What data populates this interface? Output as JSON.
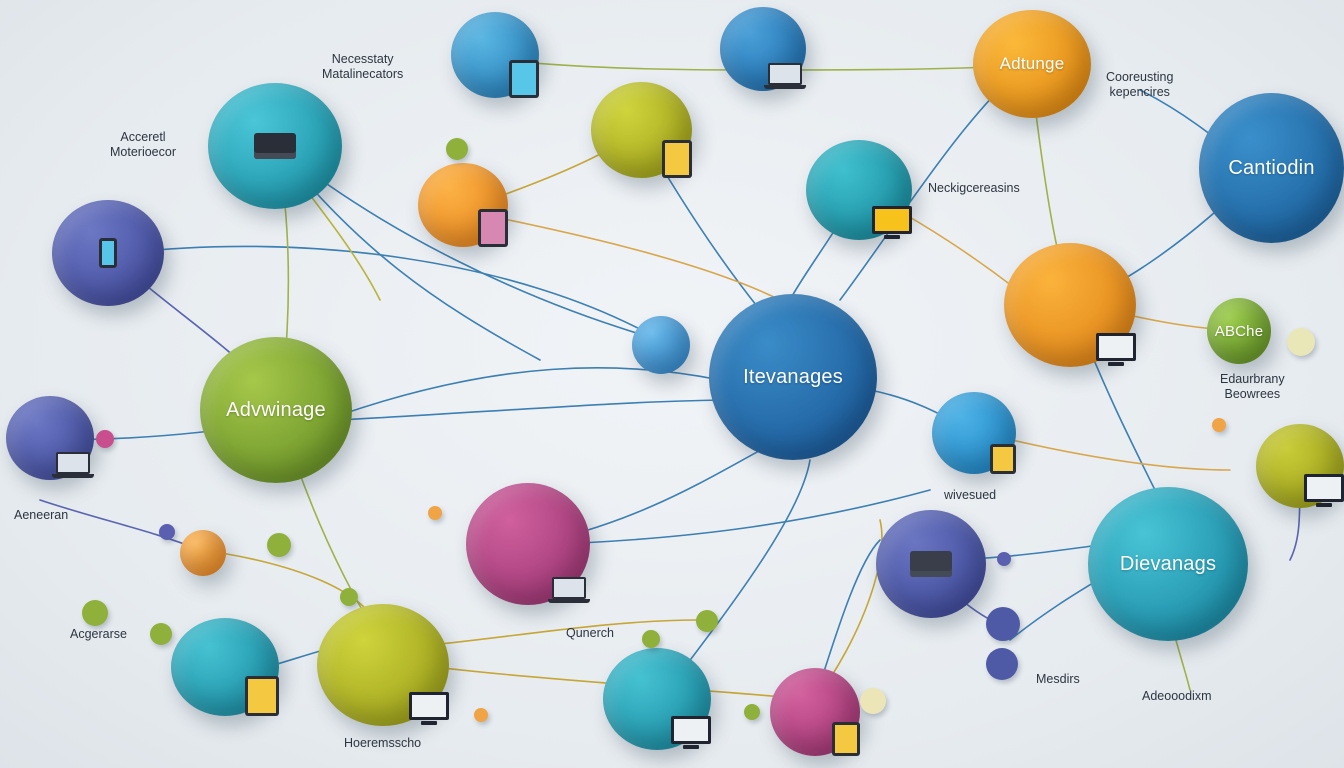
{
  "hubs": {
    "center": "Itevanages",
    "left": "Advwinage",
    "right_bottom": "Dievanags",
    "top_right": "Adtunge",
    "right_top": "Cantiodin",
    "small_green": "ABChe"
  },
  "captions": {
    "c1": "Necesstaty\nMatalinecators",
    "c2": "Acceretl\nMoterioecor",
    "c3": "Cooreusting\nkepencires",
    "c4": "Neckigcereasins",
    "c5": "Edaurbrany\nBeowrees",
    "c6": "Aeneeran",
    "c7": "Acgerarse",
    "c8": "Qunerch",
    "c9": "wivesued",
    "c10": "Mesdirs",
    "c11": "Adeooodixm",
    "c12": "Hoeremsscho"
  },
  "colors": {
    "blue": "#2a7ab8",
    "teal": "#2fb3c6",
    "green": "#8cb032",
    "orange": "#f2a52a",
    "purple": "#5a64b0",
    "magenta": "#c04e8e",
    "olive": "#b6ba2e"
  }
}
